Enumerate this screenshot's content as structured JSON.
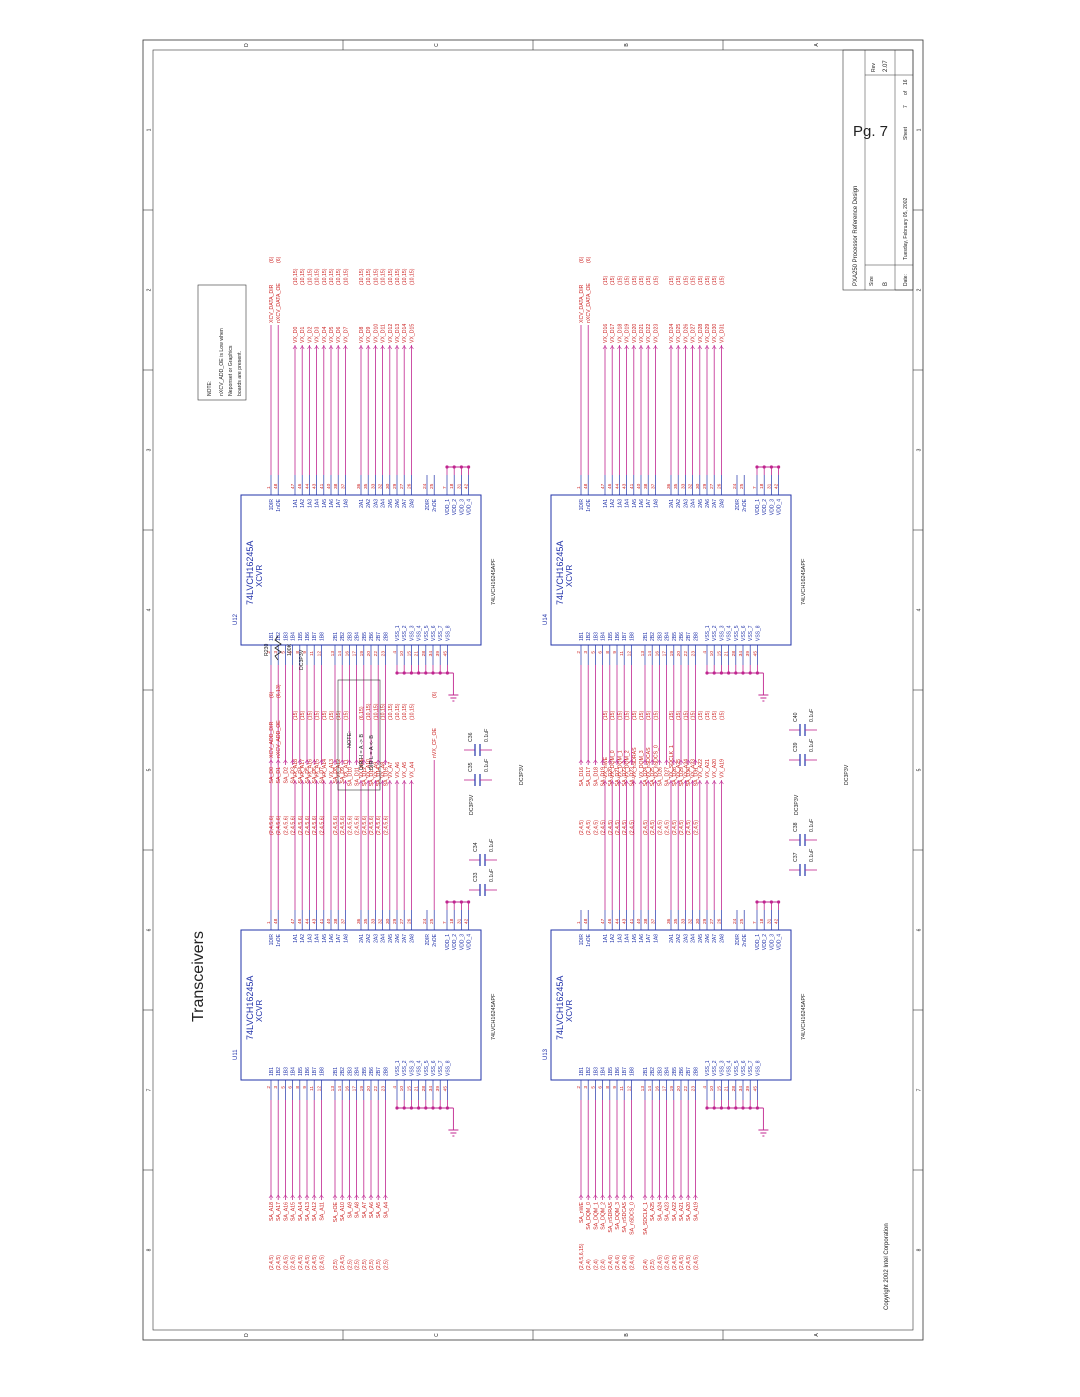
{
  "page_label": "Pg. 7",
  "sheet_title": "Transceivers",
  "copyright": "Copyright 2002 Intel Corporation",
  "title_block": {
    "title": "PXA250 Processor Reference Design",
    "size_label": "Size",
    "size": "B",
    "date_label": "Date:",
    "date": "Tuesday, February 05, 2002",
    "sheet_label": "Sheet",
    "sheet_num": "7",
    "of_label": "of",
    "sheet_total": "16",
    "rev_label": "Rev",
    "rev": "2.07"
  },
  "note_dir": {
    "head": "NOTE:",
    "l1": "DIR H = A -> B",
    "l2": "DIR L = A <- B"
  },
  "note_oe": {
    "head": "NOTE:",
    "l1": "nXCV_ADD_OE is Low when",
    "l2": "Neponset or Graphics",
    "l3": "boards are present."
  },
  "zones_row": [
    "D",
    "C",
    "B",
    "A"
  ],
  "zones_col": [
    "1",
    "2",
    "3",
    "4",
    "5",
    "6",
    "7",
    "8"
  ],
  "chips": [
    {
      "ref": "U11",
      "part": "74LVCH16245A",
      "sub": "XCVR",
      "foot": "74LVCH16245APF"
    },
    {
      "ref": "U12",
      "part": "74LVCH16245A",
      "sub": "XCVR",
      "foot": "74LVCH16245APF"
    },
    {
      "ref": "U13",
      "part": "74LVCH16245A",
      "sub": "XCVR",
      "foot": "74LVCH16245APF"
    },
    {
      "ref": "U14",
      "part": "74LVCH16245A",
      "sub": "XCVR",
      "foot": "74LVCH16245APF"
    }
  ],
  "bpins": [
    "1B1",
    "1B2",
    "1B3",
    "1B4",
    "1B5",
    "1B6",
    "1B7",
    "1B8",
    "2B1",
    "2B2",
    "2B3",
    "2B4",
    "2B5",
    "2B6",
    "2B7",
    "2B8",
    "VSS_1",
    "VSS_2",
    "VSS_3",
    "VSS_4",
    "VSS_5",
    "VSS_6",
    "VSS_7",
    "VSS_8"
  ],
  "bnums": [
    "2",
    "3",
    "5",
    "6",
    "8",
    "9",
    "11",
    "12",
    "13",
    "14",
    "16",
    "17",
    "19",
    "20",
    "22",
    "23",
    "4",
    "10",
    "15",
    "21",
    "28",
    "34",
    "39",
    "45"
  ],
  "apins": [
    "1DIR",
    "1nOE",
    "1A1",
    "1A2",
    "1A3",
    "1A4",
    "1A5",
    "1A6",
    "1A7",
    "1A8",
    "2A1",
    "2A2",
    "2A3",
    "2A4",
    "2A5",
    "2A6",
    "2A7",
    "2A8",
    "2DIR",
    "2nOE",
    "VDD_1",
    "VDD_2",
    "VDD_3",
    "VDD_4"
  ],
  "anums": [
    "1",
    "48",
    "47",
    "46",
    "44",
    "43",
    "41",
    "40",
    "38",
    "37",
    "36",
    "35",
    "33",
    "32",
    "30",
    "29",
    "27",
    "26",
    "24",
    "25",
    "7",
    "18",
    "31",
    "42"
  ],
  "u11_left": [
    {
      "ref": "(2,4,5)",
      "net": "SA_A18"
    },
    {
      "ref": "(2,4,5)",
      "net": "SA_A17"
    },
    {
      "ref": "(2,4,5)",
      "net": "SA_A16"
    },
    {
      "ref": "(2,4,5)",
      "net": "SA_A15"
    },
    {
      "ref": "(2,4,5)",
      "net": "SA_A14"
    },
    {
      "ref": "(2,4,5)",
      "net": "SA_A13"
    },
    {
      "ref": "(2,4,5)",
      "net": "SA_A12"
    },
    {
      "ref": "(2,4,5)",
      "net": "SA_A11"
    },
    {
      "ref": "(2,5)",
      "net": "SA_nOE"
    },
    {
      "ref": "(2,4,5)",
      "net": "SA_A10"
    },
    {
      "ref": "(2,5)",
      "net": "SA_A9"
    },
    {
      "ref": "(2,5)",
      "net": "SA_A8"
    },
    {
      "ref": "(2,5)",
      "net": "SA_A7"
    },
    {
      "ref": "(2,5)",
      "net": "SA_A6"
    },
    {
      "ref": "(2,5)",
      "net": "SA_A5"
    },
    {
      "ref": "(2,5)",
      "net": "SA_A4"
    }
  ],
  "u11_right": [
    {
      "net": "VX_A18",
      "ref": "(15)"
    },
    {
      "net": "VX_A17",
      "ref": "(15)"
    },
    {
      "net": "VX_A16",
      "ref": "(15)"
    },
    {
      "net": "VX_A15",
      "ref": "(15)"
    },
    {
      "net": "VX_A14",
      "ref": "(15)"
    },
    {
      "net": "VX_A13",
      "ref": "(15)"
    },
    {
      "net": "VX_A12",
      "ref": "(15)"
    },
    {
      "net": "VX_A11",
      "ref": "(15)"
    },
    {
      "net": "VX_nOE",
      "ref": "(6,15)"
    },
    {
      "net": "VX_A10",
      "ref": "(10,15)"
    },
    {
      "net": "VX_A9",
      "ref": "(10,15)"
    },
    {
      "net": "VX_A8",
      "ref": "(10,15)"
    },
    {
      "net": "VX_A7",
      "ref": "(10,15)"
    },
    {
      "net": "VX_A6",
      "ref": "(10,15)"
    },
    {
      "net": "VX_A5",
      "ref": "(10,15)"
    },
    {
      "net": "VX_A4",
      "ref": "(10,15)"
    }
  ],
  "u11_ctrl": [
    {
      "net": "XCV_ADD_DIR",
      "ref": "(6)"
    },
    {
      "net": "nXCV_ADD_OE",
      "ref": "(6,13)"
    },
    {
      "net": "nVX_CF_OE",
      "ref": "(6)"
    }
  ],
  "u12_left": [
    {
      "ref": "(2,4,5,6)",
      "net": "SA_D0"
    },
    {
      "ref": "(2,4,5,6)",
      "net": "SA_D1"
    },
    {
      "ref": "(2,4,5,6)",
      "net": "SA_D2"
    },
    {
      "ref": "(2,4,5,6)",
      "net": "SA_D3"
    },
    {
      "ref": "(2,4,5,6)",
      "net": "SA_D4"
    },
    {
      "ref": "(2,4,5,6)",
      "net": "SA_D5"
    },
    {
      "ref": "(2,4,5,6)",
      "net": "SA_D6"
    },
    {
      "ref": "(2,4,5,6)",
      "net": "SA_D7"
    },
    {
      "ref": "(2,4,5,6)",
      "net": "SA_D8"
    },
    {
      "ref": "(2,4,5,6)",
      "net": "SA_D9"
    },
    {
      "ref": "(2,4,5,6)",
      "net": "SA_D10"
    },
    {
      "ref": "(2,4,5,6)",
      "net": "SA_D11"
    },
    {
      "ref": "(2,4,5,6)",
      "net": "SA_D12"
    },
    {
      "ref": "(2,4,5,6)",
      "net": "SA_D13"
    },
    {
      "ref": "(2,4,5,6)",
      "net": "SA_D14"
    },
    {
      "ref": "(2,4,5,6)",
      "net": "SA_D15"
    }
  ],
  "u12_right": [
    {
      "net": "VX_D0",
      "ref": "(10,15)"
    },
    {
      "net": "VX_D1",
      "ref": "(10,15)"
    },
    {
      "net": "VX_D2",
      "ref": "(10,15)"
    },
    {
      "net": "VX_D3",
      "ref": "(10,15)"
    },
    {
      "net": "VX_D4",
      "ref": "(10,15)"
    },
    {
      "net": "VX_D5",
      "ref": "(10,15)"
    },
    {
      "net": "VX_D6",
      "ref": "(10,15)"
    },
    {
      "net": "VX_D7",
      "ref": "(10,15)"
    },
    {
      "net": "VX_D8",
      "ref": "(10,15)"
    },
    {
      "net": "VX_D9",
      "ref": "(10,15)"
    },
    {
      "net": "VX_D10",
      "ref": "(10,15)"
    },
    {
      "net": "VX_D11",
      "ref": "(10,15)"
    },
    {
      "net": "VX_D12",
      "ref": "(10,15)"
    },
    {
      "net": "VX_D13",
      "ref": "(10,15)"
    },
    {
      "net": "VX_D14",
      "ref": "(10,15)"
    },
    {
      "net": "VX_D15",
      "ref": "(10,15)"
    }
  ],
  "u12_ctrl": [
    {
      "net": "XCV_DATA_DIR",
      "ref": "(6)"
    },
    {
      "net": "nXCV_DATA_OE",
      "ref": "(6)"
    }
  ],
  "u13_left": [
    {
      "ref": "(2,4,5,6,15)",
      "net": "SA_nWE"
    },
    {
      "ref": "(2,4)",
      "net": "SA_DQM_0"
    },
    {
      "ref": "(2,4)",
      "net": "SA_DQM_1"
    },
    {
      "ref": "(2,4)",
      "net": "SA_DQM_2"
    },
    {
      "ref": "(2,4,6)",
      "net": "SA_nSDRAS"
    },
    {
      "ref": "(2,4,6)",
      "net": "SA_DQM_3"
    },
    {
      "ref": "(2,4,6)",
      "net": "SA_nSDCAS"
    },
    {
      "ref": "(2,4,6)",
      "net": "SA_nSDCS_0"
    },
    {
      "ref": "(2,4)",
      "net": "SA_SDCLK_1"
    },
    {
      "ref": "(2,5)",
      "net": "SA_A25"
    },
    {
      "ref": "(2,4,5)",
      "net": "SA_A24"
    },
    {
      "ref": "(2,4,5)",
      "net": "SA_A23"
    },
    {
      "ref": "(2,4,5)",
      "net": "SA_A22"
    },
    {
      "ref": "(2,4,5)",
      "net": "SA_A21"
    },
    {
      "ref": "(2,4,5)",
      "net": "SA_A20"
    },
    {
      "ref": "(2,4,5)",
      "net": "SA_A19"
    }
  ],
  "u13_right": [
    {
      "net": "VX_nWE",
      "ref": "(15)"
    },
    {
      "net": "VX_DQM_0",
      "ref": "(15)"
    },
    {
      "net": "VX_DQM_1",
      "ref": "(15)"
    },
    {
      "net": "VX_DQM_2",
      "ref": "(15)"
    },
    {
      "net": "VX_nSDRAS",
      "ref": "(15)"
    },
    {
      "net": "VX_DQM_3",
      "ref": "(15)"
    },
    {
      "net": "VX_nSDCAS",
      "ref": "(15)"
    },
    {
      "net": "VX_nSDCS_0",
      "ref": "(15)"
    },
    {
      "net": "VX_SDCLK_1",
      "ref": "(15)"
    },
    {
      "net": "VX_A25",
      "ref": "(15)"
    },
    {
      "net": "VX_A24",
      "ref": "(15)"
    },
    {
      "net": "VX_A23",
      "ref": "(15)"
    },
    {
      "net": "VX_A22",
      "ref": "(15)"
    },
    {
      "net": "VX_A21",
      "ref": "(15)"
    },
    {
      "net": "VX_A20",
      "ref": "(15)"
    },
    {
      "net": "VX_A19",
      "ref": "(15)"
    }
  ],
  "u14_left": [
    {
      "ref": "(2,4,5)",
      "net": "SA_D16"
    },
    {
      "ref": "(2,4,5)",
      "net": "SA_D17"
    },
    {
      "ref": "(2,4,5)",
      "net": "SA_D18"
    },
    {
      "ref": "(2,4,5)",
      "net": "SA_D19"
    },
    {
      "ref": "(2,4,5)",
      "net": "SA_D20"
    },
    {
      "ref": "(2,4,5)",
      "net": "SA_D21"
    },
    {
      "ref": "(2,4,5)",
      "net": "SA_D22"
    },
    {
      "ref": "(2,4,5)",
      "net": "SA_D23"
    },
    {
      "ref": "(2,4,5)",
      "net": "SA_D24"
    },
    {
      "ref": "(2,4,5)",
      "net": "SA_D25"
    },
    {
      "ref": "(2,4,5)",
      "net": "SA_D26"
    },
    {
      "ref": "(2,4,5)",
      "net": "SA_D27"
    },
    {
      "ref": "(2,4,5)",
      "net": "SA_D28"
    },
    {
      "ref": "(2,4,5)",
      "net": "SA_D29"
    },
    {
      "ref": "(2,4,5)",
      "net": "SA_D30"
    },
    {
      "ref": "(2,4,5)",
      "net": "SA_D31"
    }
  ],
  "u14_right": [
    {
      "net": "VX_D16",
      "ref": "(15)"
    },
    {
      "net": "VX_D17",
      "ref": "(15)"
    },
    {
      "net": "VX_D18",
      "ref": "(15)"
    },
    {
      "net": "VX_D19",
      "ref": "(15)"
    },
    {
      "net": "VX_D20",
      "ref": "(15)"
    },
    {
      "net": "VX_D21",
      "ref": "(15)"
    },
    {
      "net": "VX_D22",
      "ref": "(15)"
    },
    {
      "net": "VX_D23",
      "ref": "(15)"
    },
    {
      "net": "VX_D24",
      "ref": "(15)"
    },
    {
      "net": "VX_D25",
      "ref": "(15)"
    },
    {
      "net": "VX_D26",
      "ref": "(15)"
    },
    {
      "net": "VX_D27",
      "ref": "(15)"
    },
    {
      "net": "VX_D28",
      "ref": "(15)"
    },
    {
      "net": "VX_D29",
      "ref": "(15)"
    },
    {
      "net": "VX_D30",
      "ref": "(15)"
    },
    {
      "net": "VX_D31",
      "ref": "(15)"
    }
  ],
  "u14_ctrl": [
    {
      "net": "nXCV_DATA_OE",
      "ref": "(6)"
    },
    {
      "net": "XCV_DATA_DIR",
      "ref": "(6)"
    }
  ],
  "resistor": {
    "ref": "R230",
    "value": "100K",
    "rail": "DC3P3V"
  },
  "caps": [
    {
      "ref": "C33",
      "value": "0.1uF"
    },
    {
      "ref": "C34",
      "value": "0.1uF"
    },
    {
      "ref": "C35",
      "value": "0.1uF"
    },
    {
      "ref": "C36",
      "value": "0.1uF"
    },
    {
      "ref": "C37",
      "value": "0.1uF"
    },
    {
      "ref": "C38",
      "value": "0.1uF"
    },
    {
      "ref": "C39",
      "value": "0.1uF"
    },
    {
      "ref": "C40",
      "value": "0.1uF"
    }
  ],
  "rails": [
    "DC3P3V",
    "DC3P3V",
    "DC3P3V",
    "DC3P3V"
  ]
}
